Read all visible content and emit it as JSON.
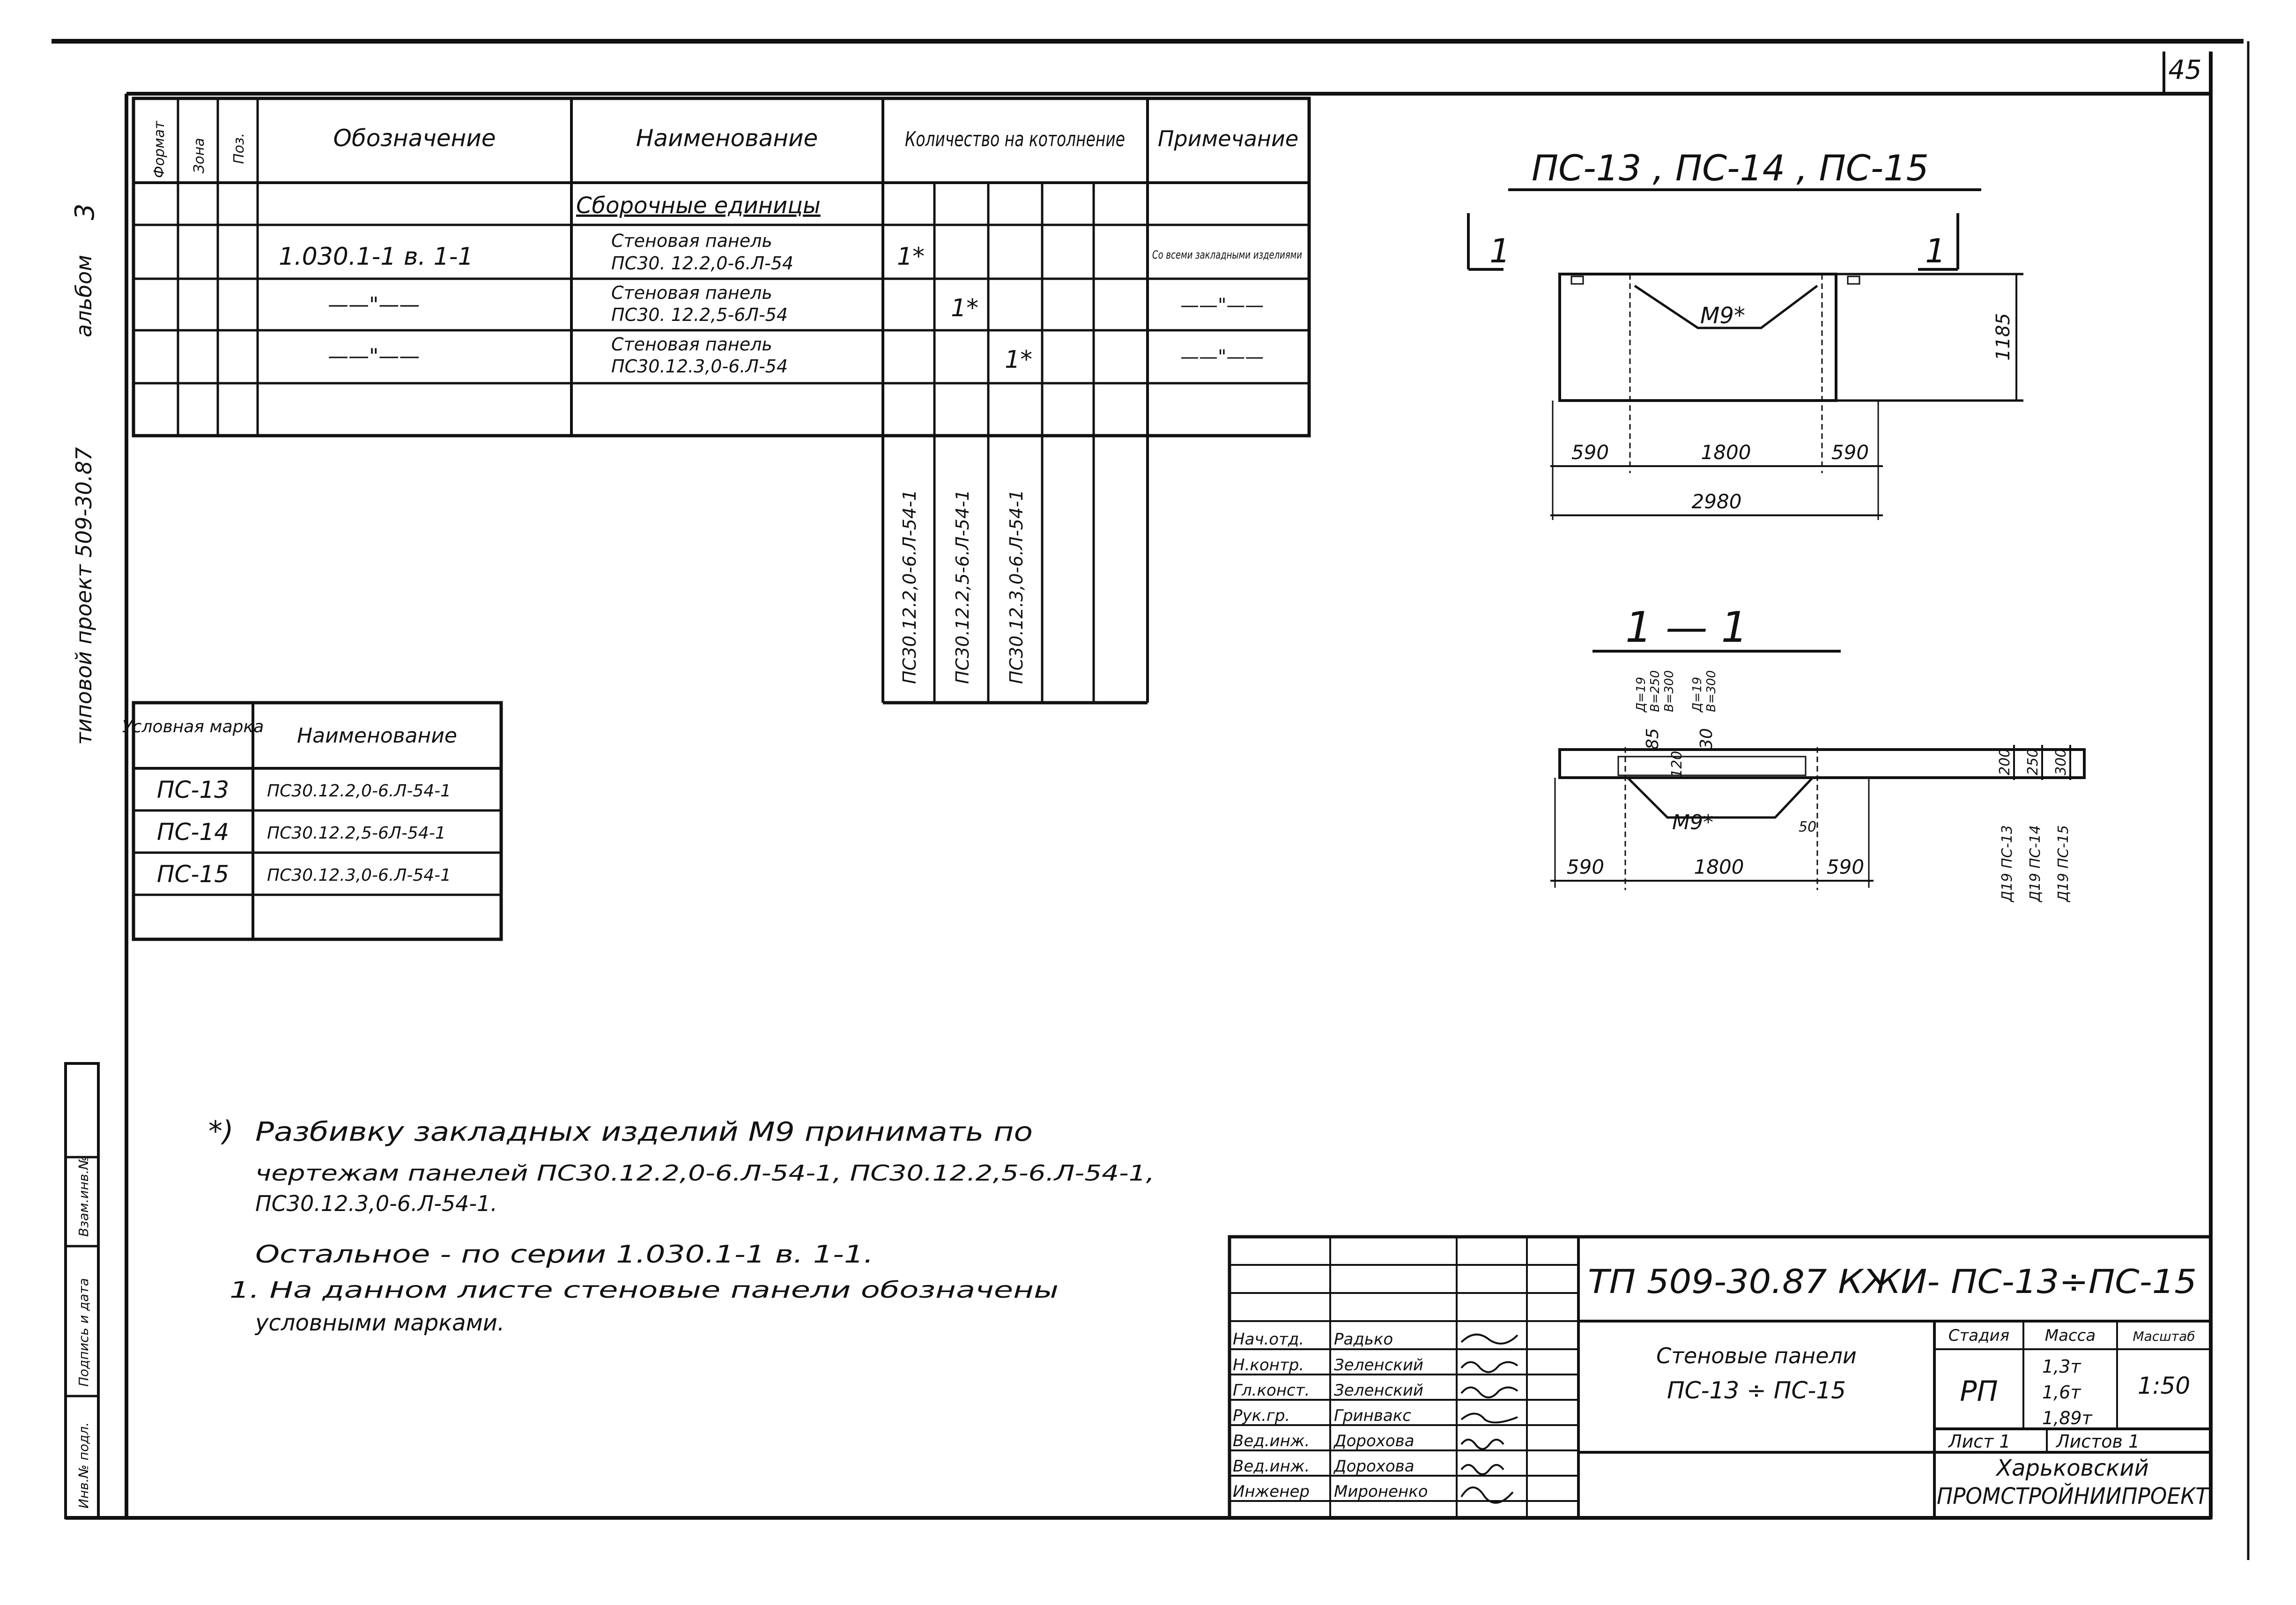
{
  "sheet": {
    "page_number": "45",
    "side_project": "типовой проект 509-30.87",
    "side_album": "альбом",
    "side_album_no": "3",
    "side_boxes": [
      "Инв.№ подл.",
      "Подпись и дата",
      "Взам.инв.№"
    ]
  },
  "spec_table": {
    "headers": {
      "format": "Формат",
      "zone": "Зона",
      "pos": "Поз.",
      "designation": "Обозначение",
      "name": "Наименование",
      "qty": "Количество на котолнение",
      "note": "Примечание"
    },
    "section": "Сборочные единицы",
    "rows": [
      {
        "designation": "1.030.1-1  в. 1-1",
        "name1": "Стеновая панель",
        "name2": "ПС30. 12.2,0-6.Л-54",
        "qty": "1*",
        "note": "Со всеми закладными изделиями"
      },
      {
        "designation": "——\"——",
        "name1": "Стеновая панель",
        "name2": "ПС30. 12.2,5-6Л-54",
        "qty": "1*",
        "note": "——\"——"
      },
      {
        "designation": "——\"——",
        "name1": "Стеновая панель",
        "name2": "ПС30.12.3,0-6.Л-54",
        "qty": "1*",
        "note": "——\"——"
      }
    ],
    "vertical_marks": [
      "ПС30.12.2,0-6.Л-54-1",
      "ПС30.12.2,5-6.Л-54-1",
      "ПС30.12.3,0-6.Л-54-1"
    ]
  },
  "marks_table": {
    "headers": {
      "mark": "Условная марка",
      "name": "Наименование"
    },
    "rows": [
      {
        "mark": "ПС-13",
        "name": "ПС30.12.2,0-6.Л-54-1"
      },
      {
        "mark": "ПС-14",
        "name": "ПС30.12.2,5-6Л-54-1"
      },
      {
        "mark": "ПС-15",
        "name": "ПС30.12.3,0-6.Л-54-1"
      }
    ]
  },
  "drawing": {
    "title": "ПС-13 , ПС-14 , ПС-15",
    "section_marker": "1",
    "insert_label": "М9*",
    "height_dim": "1185",
    "dims_bottom": [
      "590",
      "1800",
      "590"
    ],
    "total_dim": "2980",
    "section_title": "1 — 1",
    "insert_label2": "М9*",
    "top_labels": [
      "Д=19",
      "В=250",
      "В=300",
      "Д=19",
      "В=300",
      "85",
      "120",
      "30"
    ],
    "right_heights": [
      "200",
      "250",
      "300"
    ],
    "right_labels": [
      "Д19 ПС-13",
      "Д19 ПС-14",
      "Д19 ПС-15"
    ],
    "small_dim": "50",
    "dims_bottom2": [
      "590",
      "1800",
      "590"
    ]
  },
  "notes": {
    "star": "*)",
    "line1": "Разбивку закладных изделий М9 принимать по",
    "line2": "чертежам панелей ПС30.12.2,0-6.Л-54-1, ПС30.12.2,5-6.Л-54-1,",
    "line3": "ПС30.12.3,0-6.Л-54-1.",
    "line4": "Остальное - по серии 1.030.1-1 в. 1-1.",
    "line5": "1. На данном листе стеновые панели обозначены",
    "line6": "условными марками."
  },
  "title_block": {
    "code": "ТП 509-30.87 КЖИ- ПС-13÷ПС-15",
    "roles": [
      {
        "role": "Нач.отд.",
        "name": "Радько"
      },
      {
        "role": "Н.контр.",
        "name": "Зеленский"
      },
      {
        "role": "Гл.конст.",
        "name": "Зеленский"
      },
      {
        "role": "Рук.гр.",
        "name": "Гринвакс"
      },
      {
        "role": "Вед.инж.",
        "name": "Дорохова"
      },
      {
        "role": "Вед.инж.",
        "name": "Дорохова"
      },
      {
        "role": "Инженер",
        "name": "Мироненко"
      }
    ],
    "doc_name1": "Стеновые панели",
    "doc_name2": "ПС-13 ÷ ПС-15",
    "stage_h": "Стадия",
    "mass_h": "Масса",
    "scale_h": "Масштаб",
    "stage": "РП",
    "masses": [
      "1,3т",
      "1,6т",
      "1,89т"
    ],
    "scale": "1:50",
    "sheet": "Лист 1",
    "sheets": "Листов 1",
    "org1": "Харьковский",
    "org2": "ПРОМСТРОЙНИИПРОЕКТ"
  }
}
